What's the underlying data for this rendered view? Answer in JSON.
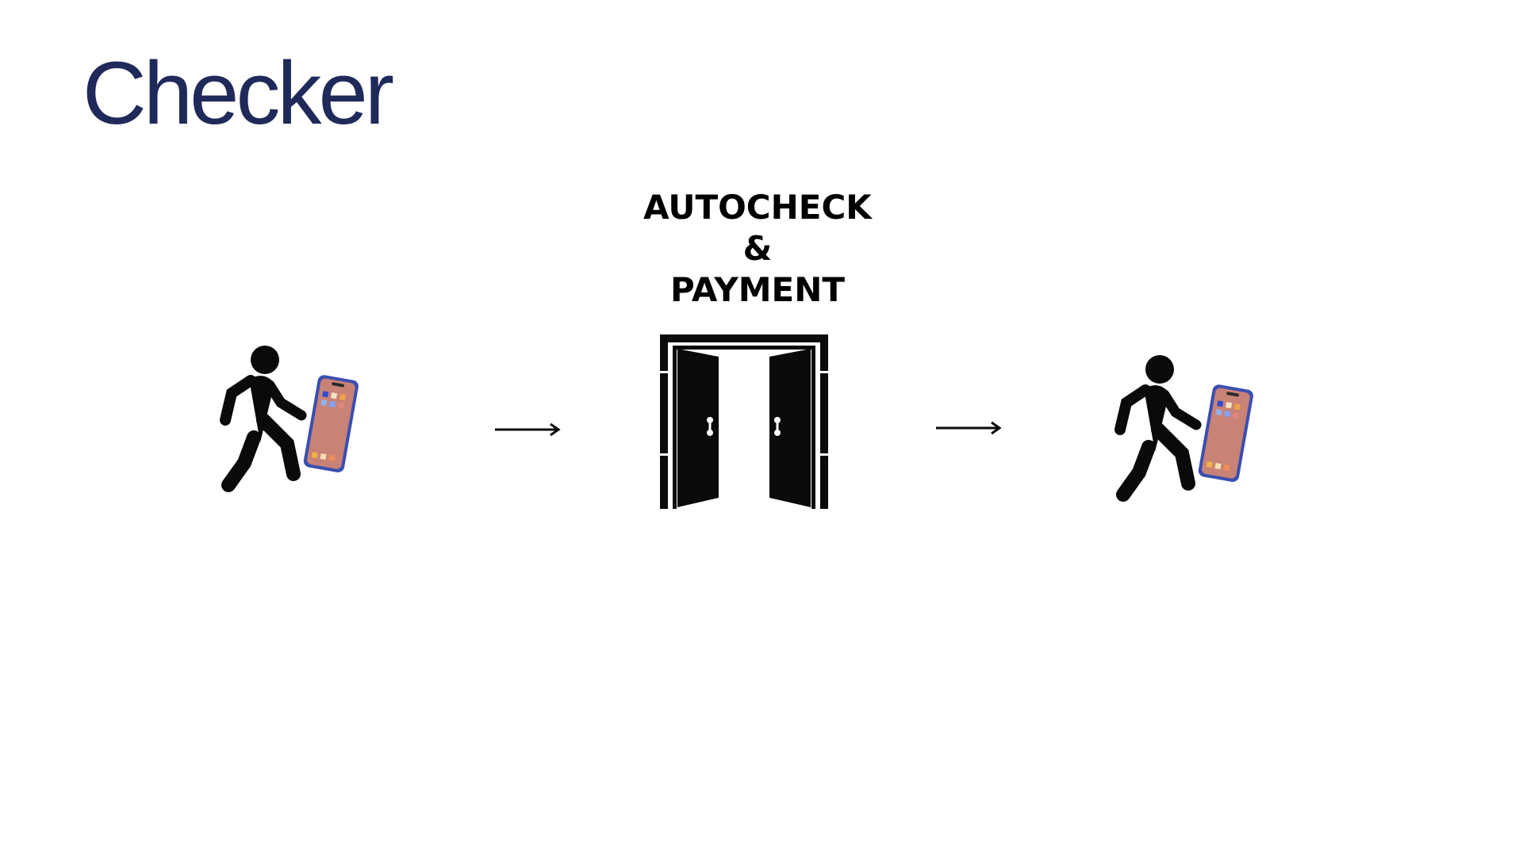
{
  "slide": {
    "title": "Checker"
  },
  "flow": {
    "step_label": {
      "line1": "AUTOCHECK",
      "line2": "&",
      "line3": "PAYMENT"
    },
    "icons": {
      "start": [
        "walking-person-icon",
        "smartphone-icon"
      ],
      "middle": "double-door-icon",
      "end": [
        "walking-person-icon",
        "smartphone-icon"
      ],
      "connector": "arrow-right-icon"
    }
  },
  "colors": {
    "title": "#1f2a5a",
    "icon": "#0a0a0a",
    "phone_frame": "#3a4fb0",
    "phone_screen": "#c98276"
  }
}
